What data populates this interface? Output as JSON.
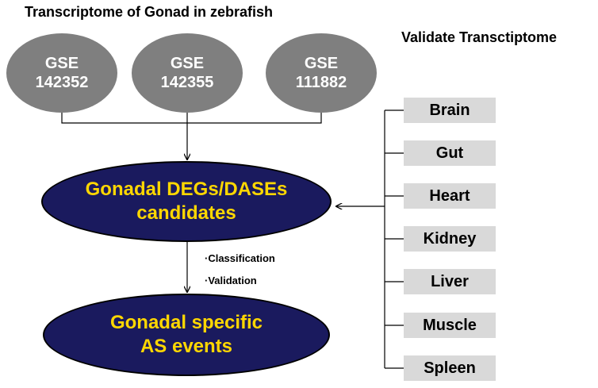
{
  "headings": {
    "left": "Transcriptome of Gonad in zebrafish",
    "right": "Validate Transctiptome"
  },
  "gse": [
    {
      "line1": "GSE",
      "line2": "142352"
    },
    {
      "line1": "GSE",
      "line2": "142355"
    },
    {
      "line1": "GSE",
      "line2": "111882"
    }
  ],
  "candidates": {
    "line1": "Gonadal DEGs/DASEs",
    "line2": "candidates"
  },
  "steps": {
    "classification": "·Classification",
    "validation": "·Validation"
  },
  "events": {
    "line1": "Gonadal specific",
    "line2": "AS events"
  },
  "tissues": [
    "Brain",
    "Gut",
    "Heart",
    "Kidney",
    "Liver",
    "Muscle",
    "Spleen"
  ],
  "colors": {
    "gse_fill": "#7f7f7f",
    "ellipse_fill": "#1a1a5e",
    "ellipse_text": "#ffd700",
    "tissue_fill": "#d9d9d9"
  }
}
